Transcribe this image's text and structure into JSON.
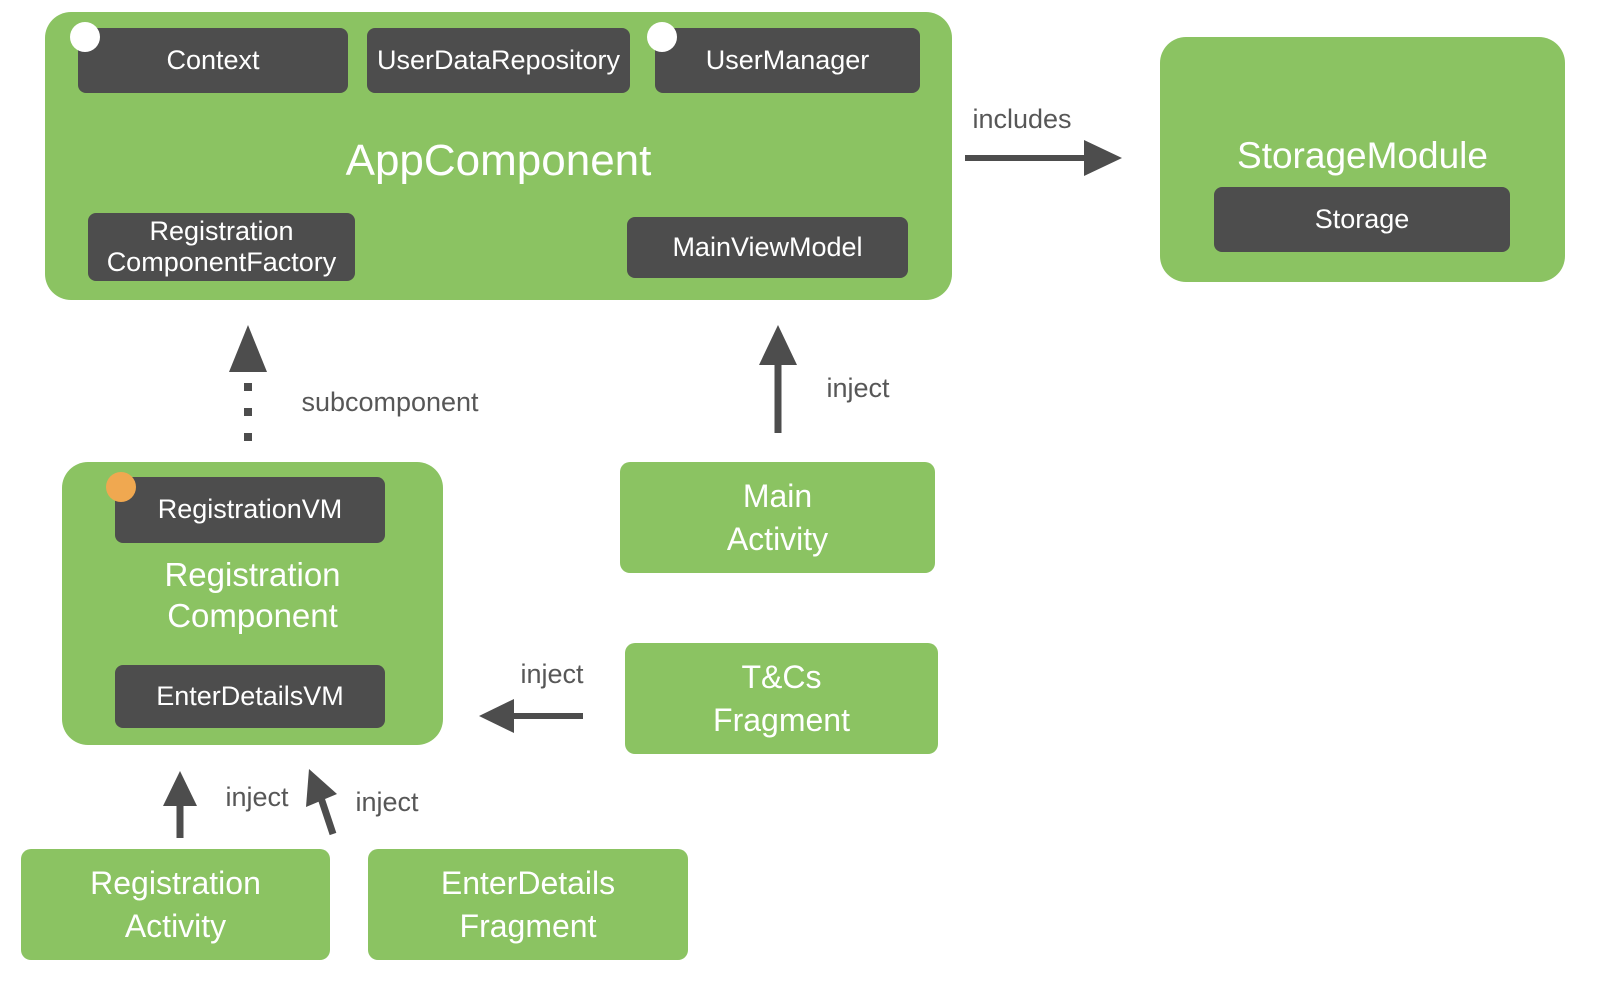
{
  "colors": {
    "green": "#8BC362",
    "dark": "#4D4D4D",
    "orange": "#F0A850",
    "arrow": "#4D4D4D",
    "edge_label": "#575757",
    "white": "#FFFFFF",
    "bg": "#FFFFFF"
  },
  "nodes": {
    "app_component": {
      "title": "AppComponent"
    },
    "context": {
      "label": "Context"
    },
    "user_data_repository": {
      "label": "UserDataRepository"
    },
    "user_manager": {
      "label": "UserManager"
    },
    "registration_component_factory": {
      "line1": "Registration",
      "line2": "ComponentFactory"
    },
    "main_view_model": {
      "label": "MainViewModel"
    },
    "storage_module": {
      "title": "StorageModule"
    },
    "storage": {
      "label": "Storage"
    },
    "registration_component": {
      "line1": "Registration",
      "line2": "Component"
    },
    "registration_vm": {
      "label": "RegistrationVM"
    },
    "enter_details_vm": {
      "label": "EnterDetailsVM"
    },
    "main_activity": {
      "line1": "Main",
      "line2": "Activity"
    },
    "tcs_fragment": {
      "line1": "T&Cs",
      "line2": "Fragment"
    },
    "registration_activity": {
      "line1": "Registration",
      "line2": "Activity"
    },
    "enter_details_fragment": {
      "line1": "EnterDetails",
      "line2": "Fragment"
    }
  },
  "edges": {
    "includes": {
      "label": "includes"
    },
    "subcomponent": {
      "label": "subcomponent"
    },
    "inject_main_activity": {
      "label": "inject"
    },
    "inject_tcs_fragment": {
      "label": "inject"
    },
    "inject_registration_activity": {
      "label": "inject"
    },
    "inject_enter_details_fragment": {
      "label": "inject"
    }
  }
}
